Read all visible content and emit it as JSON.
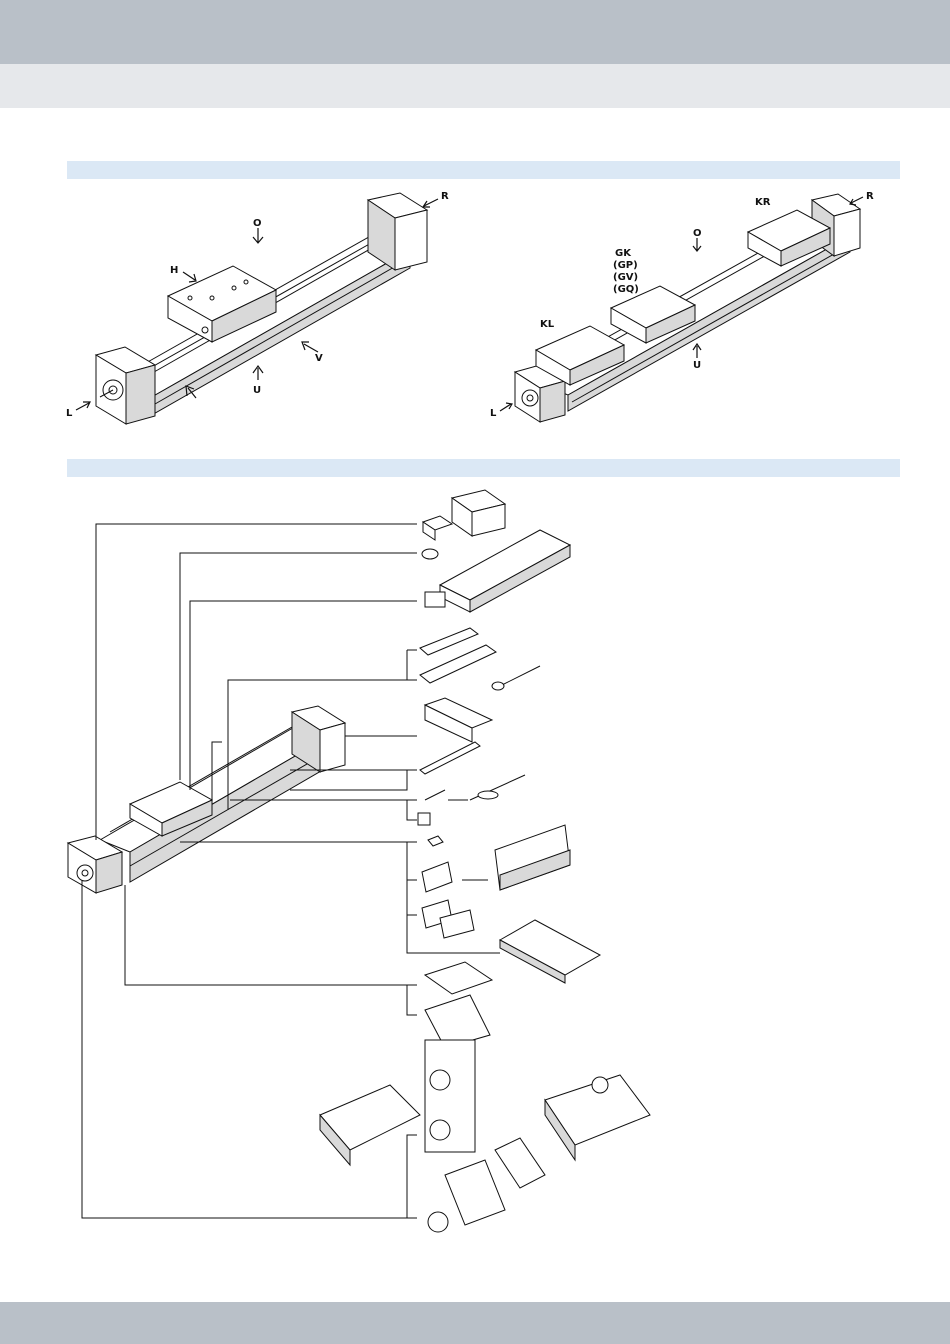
{
  "colors": {
    "top_band": "#b9c0c8",
    "sub_band": "#e6e8eb",
    "section_bar": "#dbe8f5",
    "bottom_band": "#b9c0c8",
    "line": "#111111"
  },
  "figure_1": {
    "labels": {
      "o": "O",
      "h": "H",
      "r": "R",
      "v": "V",
      "u": "U",
      "l": "L"
    }
  },
  "figure_2": {
    "labels": {
      "kr": "KR",
      "r": "R",
      "o": "O",
      "gk": "GK",
      "gp": "(GP)",
      "gv": "(GV)",
      "gq": "(GQ)",
      "kl": "KL",
      "u": "U",
      "l": "L"
    }
  },
  "icons": {
    "arrows": "arrow-icon",
    "axis": "linear-axis-icon",
    "motor": "servo-motor-icon"
  }
}
